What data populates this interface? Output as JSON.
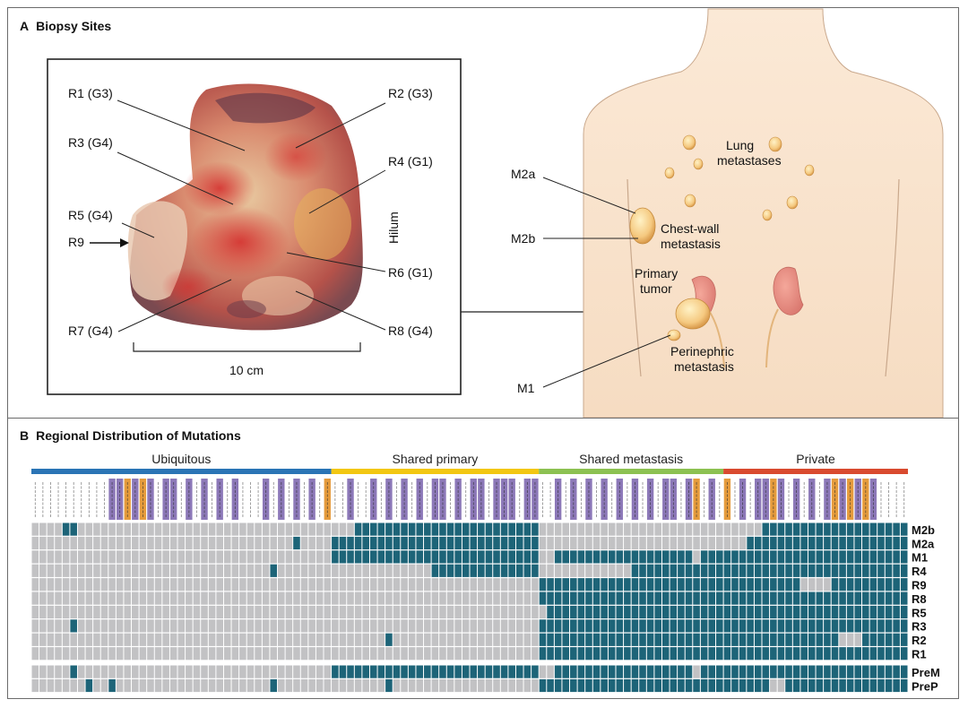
{
  "panelA": {
    "letter": "A",
    "title": "Biopsy Sites",
    "scale_label": "10 cm",
    "hilum_label": "Hilum",
    "labels_left": [
      "R1 (G3)",
      "R3 (G4)",
      "R5 (G4)",
      "R9",
      "R7 (G4)"
    ],
    "labels_right": [
      "R2 (G3)",
      "R4 (G1)",
      "R6 (G1)",
      "R8 (G4)"
    ],
    "body_labels": {
      "m2a": "M2a",
      "m2b": "M2b",
      "m1": "M1",
      "lung1": "Lung",
      "lung2": "metastases",
      "chest1": "Chest-wall",
      "chest2": "metastasis",
      "primary1": "Primary",
      "primary2": "tumor",
      "peri1": "Perinephric",
      "peri2": "metastasis"
    }
  },
  "panelB": {
    "letter": "B",
    "title": "Regional Distribution of Mutations",
    "categories": [
      {
        "name": "Ubiquitous",
        "color": "#2a74b5"
      },
      {
        "name": "Shared primary",
        "color": "#f2c712"
      },
      {
        "name": "Shared metastasis",
        "color": "#8cc152"
      },
      {
        "name": "Private",
        "color": "#d94a2f"
      }
    ],
    "rows": [
      "M2b",
      "M2a",
      "M1",
      "R4",
      "R9",
      "R8",
      "R5",
      "R3",
      "R2",
      "R1",
      "PreM",
      "PreP"
    ],
    "colors": {
      "present": "#1d6478",
      "absent": "#c2c2c4",
      "tumor_suppressor": "#8c78b8",
      "oncogene": "#e59b3c"
    }
  }
}
